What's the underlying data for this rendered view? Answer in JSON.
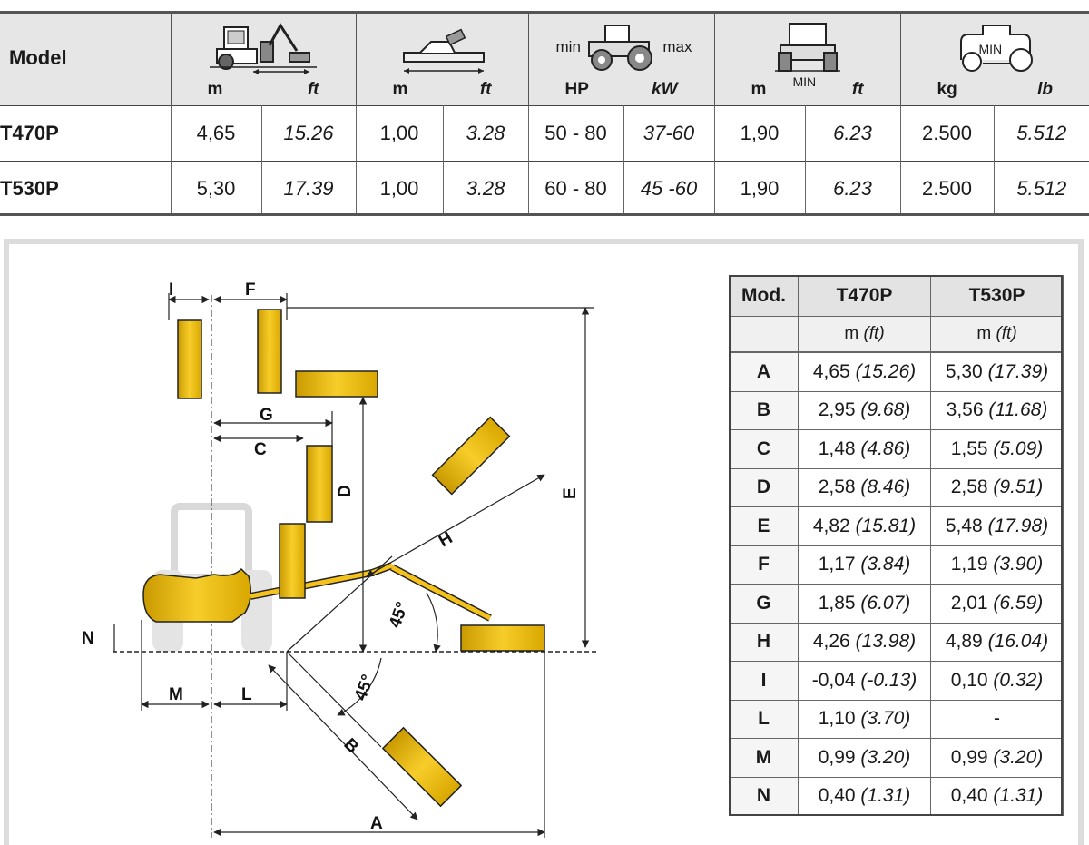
{
  "specs": {
    "model_header": "Model",
    "columns": [
      {
        "icon": "tractor-arm-reach-icon",
        "unit_left": "m",
        "unit_right": "ft"
      },
      {
        "icon": "cutting-width-icon",
        "unit_left": "m",
        "unit_right": "ft"
      },
      {
        "icon": "tractor-power-icon",
        "unit_left": "HP",
        "unit_right": "kW",
        "label_min": "min",
        "label_max": "max"
      },
      {
        "icon": "track-width-icon",
        "unit_left": "m",
        "unit_right": "ft",
        "label_mid": "MIN"
      },
      {
        "icon": "tractor-weight-icon",
        "unit_left": "kg",
        "unit_right": "lb",
        "label_mid": "MIN"
      }
    ],
    "rows": [
      {
        "model": "T470P",
        "values": [
          "4,65",
          "15.26",
          "1,00",
          "3.28",
          "50 - 80",
          "37-60",
          "1,90",
          "6.23",
          "2.500",
          "5.512"
        ]
      },
      {
        "model": "T530P",
        "values": [
          "5,30",
          "17.39",
          "1,00",
          "3.28",
          "60 - 80",
          "45 -60",
          "1,90",
          "6.23",
          "2.500",
          "5.512"
        ]
      }
    ]
  },
  "diagram": {
    "labels": {
      "I": "I",
      "F": "F",
      "G": "G",
      "C": "C",
      "D": "D",
      "E": "E",
      "H": "H",
      "N": "N",
      "M": "M",
      "L": "L",
      "B": "B",
      "A": "A"
    },
    "angle1": "45°",
    "angle2": "45°",
    "accent": "#f4c21a"
  },
  "dims": {
    "header": {
      "key": "Mod.",
      "col1": "T470P",
      "col2": "T530P"
    },
    "units": {
      "col1": "m (ft)",
      "col2": "m (ft)"
    },
    "rows": [
      {
        "k": "A",
        "v1": "4,65 (15.26)",
        "v2": "5,30 (17.39)"
      },
      {
        "k": "B",
        "v1": "2,95 (9.68)",
        "v2": "3,56 (11.68)"
      },
      {
        "k": "C",
        "v1": "1,48 (4.86)",
        "v2": "1,55 (5.09)"
      },
      {
        "k": "D",
        "v1": "2,58 (8.46)",
        "v2": "2,58 (9.51)"
      },
      {
        "k": "E",
        "v1": "4,82 (15.81)",
        "v2": "5,48 (17.98)"
      },
      {
        "k": "F",
        "v1": "1,17 (3.84)",
        "v2": "1,19 (3.90)"
      },
      {
        "k": "G",
        "v1": "1,85 (6.07)",
        "v2": "2,01 (6.59)"
      },
      {
        "k": "H",
        "v1": "4,26 (13.98)",
        "v2": "4,89 (16.04)"
      },
      {
        "k": "I",
        "v1": "-0,04 (-0.13)",
        "v2": "0,10 (0.32)"
      },
      {
        "k": "L",
        "v1": "1,10 (3.70)",
        "v2": "-"
      },
      {
        "k": "M",
        "v1": "0,99 (3.20)",
        "v2": "0,99 (3.20)"
      },
      {
        "k": "N",
        "v1": "0,40 (1.31)",
        "v2": "0,40 (1.31)"
      }
    ]
  }
}
